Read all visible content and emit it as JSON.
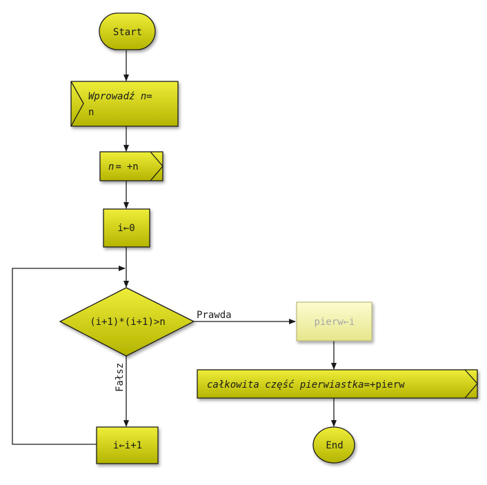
{
  "nodes": {
    "start": {
      "label": "Start"
    },
    "input": {
      "line1": "Wprowadź n=",
      "line2": "n"
    },
    "input_var": {
      "var": "n",
      "eq": "=",
      "value": "+n"
    },
    "init": {
      "label": "i←0"
    },
    "decision": {
      "label": "(i+1)*(i+1)>n"
    },
    "assign_root": {
      "label": "pierw←i"
    },
    "output": {
      "label": "całkowita część pierwiastka",
      "eq": "=",
      "value": "+pierw"
    },
    "increment": {
      "label": "i←i+1"
    },
    "end": {
      "label": "End"
    }
  },
  "edges": {
    "true_label": "Prawda",
    "false_label": "Fałsz"
  },
  "colors": {
    "fill_top": "#eaea2a",
    "fill_bottom": "#b8b800",
    "fill_dim_top": "#fbfbc8",
    "fill_dim_bottom": "#e8e890",
    "stroke": "#1a1a1a"
  }
}
